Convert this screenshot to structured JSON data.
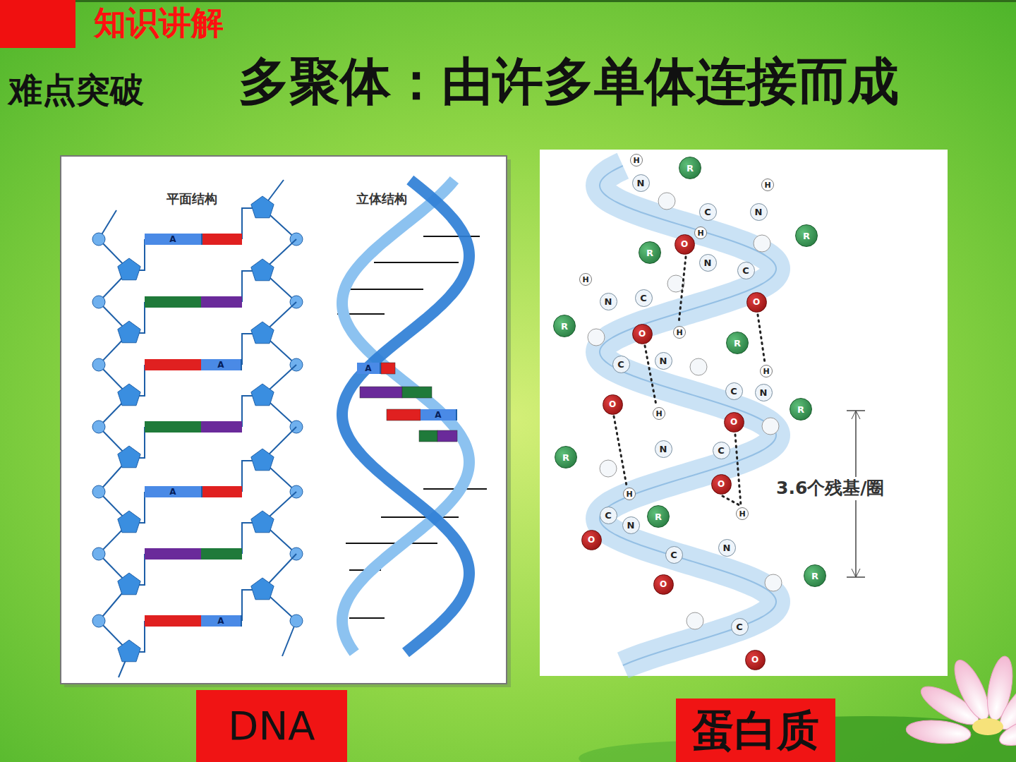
{
  "diagram": {
    "title": "多聚体：由许多单体连接而成",
    "nodes": [
      {
        "text": [
          "A"
        ]
      },
      {
        "text": [
          "A"
        ]
      },
      {
        "text": [
          "A"
        ]
      },
      {
        "text": [
          "A"
        ]
      },
      {
        "text": [
          "A"
        ]
      },
      {
        "text": [
          "A"
        ]
      },
      {
        "text": [
          "H"
        ]
      },
      {
        "text": [
          "R"
        ]
      },
      {
        "text": [
          "N"
        ]
      },
      {
        "text": [
          "H"
        ]
      },
      {
        "text": [
          "C"
        ]
      },
      {
        "text": [
          "N"
        ]
      },
      {
        "text": [
          "H"
        ]
      },
      {
        "text": [
          "R"
        ]
      },
      {
        "text": [
          "O"
        ]
      },
      {
        "text": [
          "R"
        ]
      },
      {
        "text": [
          "N"
        ]
      },
      {
        "text": [
          "C"
        ]
      },
      {
        "text": [
          "H"
        ]
      },
      {
        "text": [
          "C"
        ]
      },
      {
        "text": [
          "N"
        ]
      },
      {
        "text": [
          "O"
        ]
      },
      {
        "text": [
          "R"
        ]
      },
      {
        "text": [
          "H"
        ]
      },
      {
        "text": [
          "O"
        ]
      },
      {
        "text": [
          "R"
        ]
      },
      {
        "text": [
          "N"
        ]
      },
      {
        "text": [
          "C"
        ]
      },
      {
        "text": [
          "H"
        ]
      },
      {
        "text": [
          "C"
        ]
      },
      {
        "text": [
          "N"
        ]
      },
      {
        "text": [
          "O"
        ]
      },
      {
        "text": [
          "R"
        ]
      },
      {
        "text": [
          "H"
        ]
      },
      {
        "text": [
          "O"
        ]
      },
      {
        "text": [
          "N"
        ]
      },
      {
        "text": [
          "C"
        ]
      },
      {
        "text": [
          "R"
        ]
      },
      {
        "text": [
          "O"
        ]
      },
      {
        "text": [
          "H"
        ]
      },
      {
        "text": [
          "H"
        ]
      },
      {
        "text": [
          "C"
        ]
      },
      {
        "text": [
          "R"
        ]
      },
      {
        "text": [
          "N"
        ]
      },
      {
        "text": [
          "O"
        ]
      },
      {
        "text": [
          "N"
        ]
      },
      {
        "text": [
          "C"
        ]
      },
      {
        "text": [
          "R"
        ]
      },
      {
        "text": [
          "O"
        ]
      },
      {
        "text": [
          "C"
        ]
      },
      {
        "text": [
          "O"
        ]
      },
      {
        "text": [
          "DNA"
        ]
      },
      {
        "text": [
          "蛋白质"
        ]
      }
    ],
    "labels": [
      "知识讲解",
      "难点突破",
      "平面结构",
      "立体结构",
      "3.6个残基/圈"
    ]
  }
}
